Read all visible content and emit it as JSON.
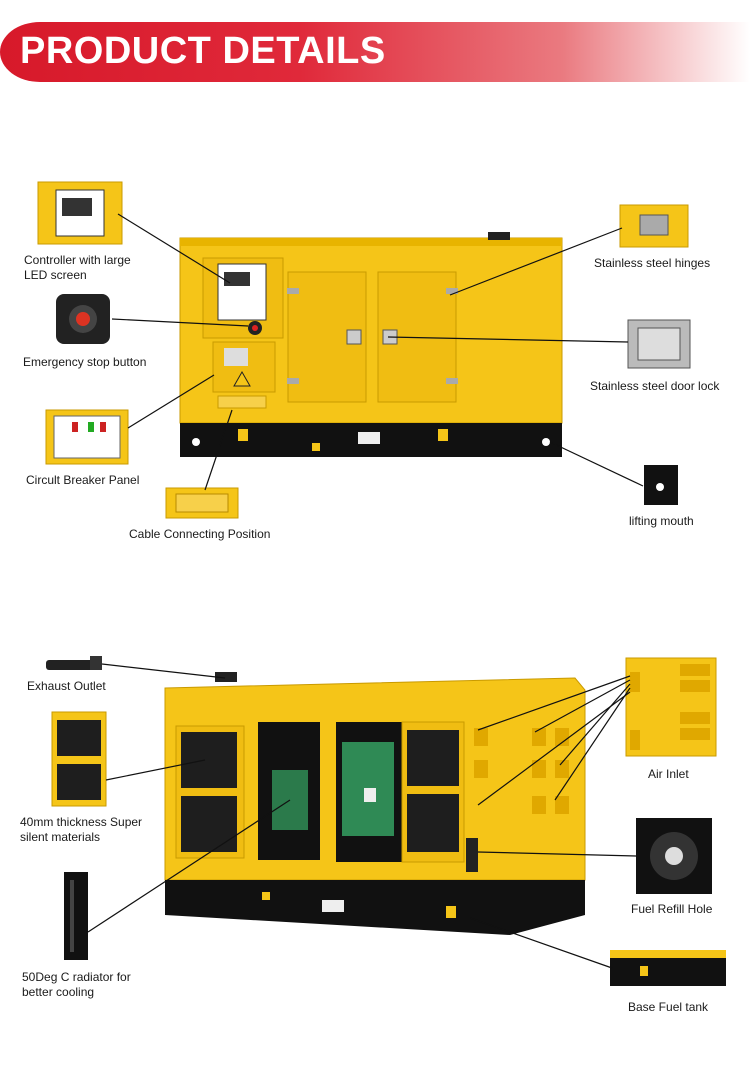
{
  "header": {
    "title": "PRODUCT DETAILS"
  },
  "top_labels": {
    "controller_l1": "Controller with large",
    "controller_l2": "LED screen",
    "emergency": "Emergency stop button",
    "breaker": "Circult Breaker Panel",
    "cable": "Cable Connecting Position",
    "hinges": "Stainless steel hinges",
    "door_lock": "Stainless steel door lock",
    "lifting": "lifting mouth"
  },
  "bottom_labels": {
    "exhaust": "Exhaust Outlet",
    "insulation_l1": "40mm thickness Super",
    "insulation_l2": "silent materials",
    "radiator_l1": "50Deg C radiator for",
    "radiator_l2": "better cooling",
    "air_inlet": "Air Inlet",
    "fuel_refill": "Fuel Refill Hole",
    "fuel_tank": "Base Fuel tank"
  },
  "colors": {
    "banner_red": "#d7192a",
    "genset_yellow": "#f5c518",
    "base_black": "#111111"
  }
}
